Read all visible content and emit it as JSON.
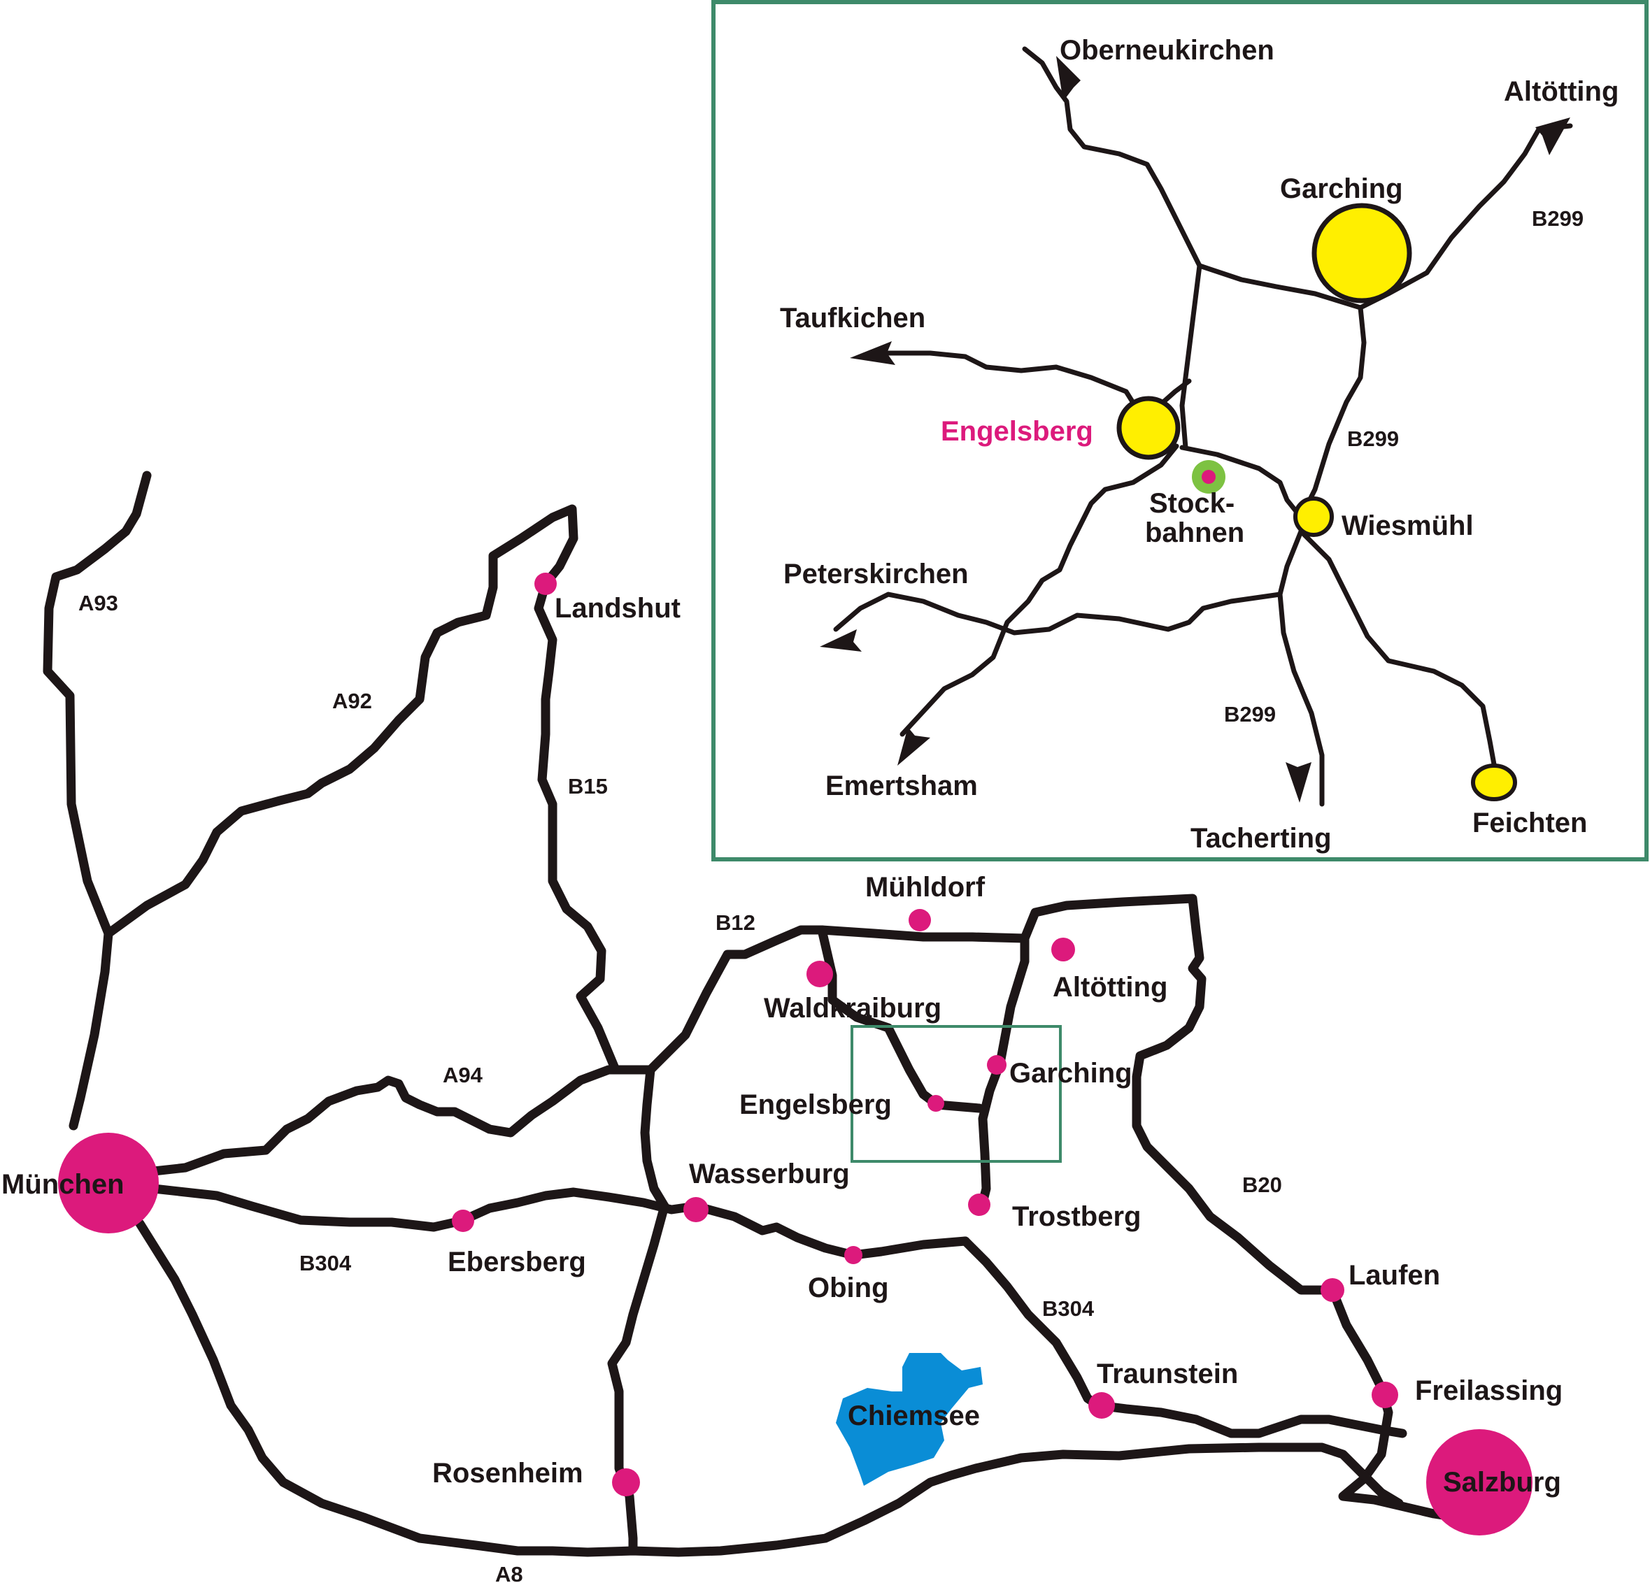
{
  "colors": {
    "road": "#1d1617",
    "city": "#dc1a7c",
    "inset_town": "#ffef00",
    "stockbahnen_ring": "#7dc242",
    "lake": "#0a8dd6",
    "frame": "#3e8a6a",
    "highlight_label": "#dc1a7c"
  },
  "main_map": {
    "cities": {
      "muenchen": "München",
      "salzburg": "Salzburg",
      "landshut": "Landshut",
      "muehldorf": "Mühldorf",
      "waldkraiburg": "Waldkraiburg",
      "altoetting": "Altötting",
      "garching": "Garching",
      "engelsberg": "Engelsberg",
      "wasserburg": "Wasserburg",
      "trostberg": "Trostberg",
      "ebersberg": "Ebersberg",
      "obing": "Obing",
      "laufen": "Laufen",
      "traunstein": "Traunstein",
      "freilassing": "Freilassing",
      "rosenheim": "Rosenheim"
    },
    "lake": "Chiemsee",
    "roads": {
      "a93": "A93",
      "a92": "A92",
      "b15": "B15",
      "b12": "B12",
      "a94": "A94",
      "b304_west": "B304",
      "b304_east": "B304",
      "b20": "B20",
      "a8": "A8"
    }
  },
  "inset": {
    "towns": {
      "garching": "Garching",
      "engelsberg": "Engelsberg",
      "wiesmuehl": "Wiesmühl",
      "feichten": "Feichten",
      "stockbahnen_1": "Stock-",
      "stockbahnen_2": "bahnen"
    },
    "destinations": {
      "oberneukirchen": "Oberneukirchen",
      "altoetting": "Altötting",
      "taufkichen": "Taufkichen",
      "peterskirchen": "Peterskirchen",
      "emertsham": "Emertsham",
      "tacherting": "Tacherting"
    },
    "roads": {
      "b299_ne": "B299",
      "b299_mid": "B299",
      "b299_south": "B299"
    }
  }
}
